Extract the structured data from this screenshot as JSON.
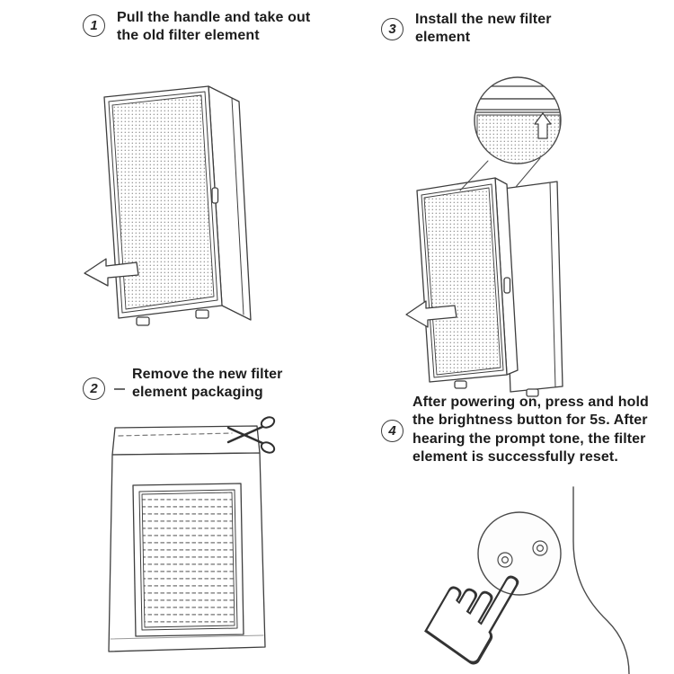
{
  "steps": [
    {
      "number": "1",
      "label": "Pull the handle and take out the old filter element",
      "illustration": "old-filter-being-pulled-out"
    },
    {
      "number": "2",
      "label": "Remove the new filter element packaging",
      "illustration": "filter-packaging-cut-with-scissors"
    },
    {
      "number": "3",
      "label": "Install the new filter element",
      "illustration": "new-filter-inserted-into-housing"
    },
    {
      "number": "4",
      "label": "After powering on, press and hold the brightness button for 5s. After hearing the prompt tone, the filter element is successfully reset.",
      "illustration": "hand-pressing-brightness-button"
    }
  ],
  "icons": {
    "pointing_hand": "☝",
    "scissors": "open-scissors-shape",
    "pull_out_arrow": "left-block-arrow",
    "insert_arrow": "left-block-arrow",
    "up_arrow": "up-block-arrow"
  },
  "colors": {
    "line": "#3e3e3e",
    "text": "#1c1c1c",
    "background": "#ffffff"
  }
}
